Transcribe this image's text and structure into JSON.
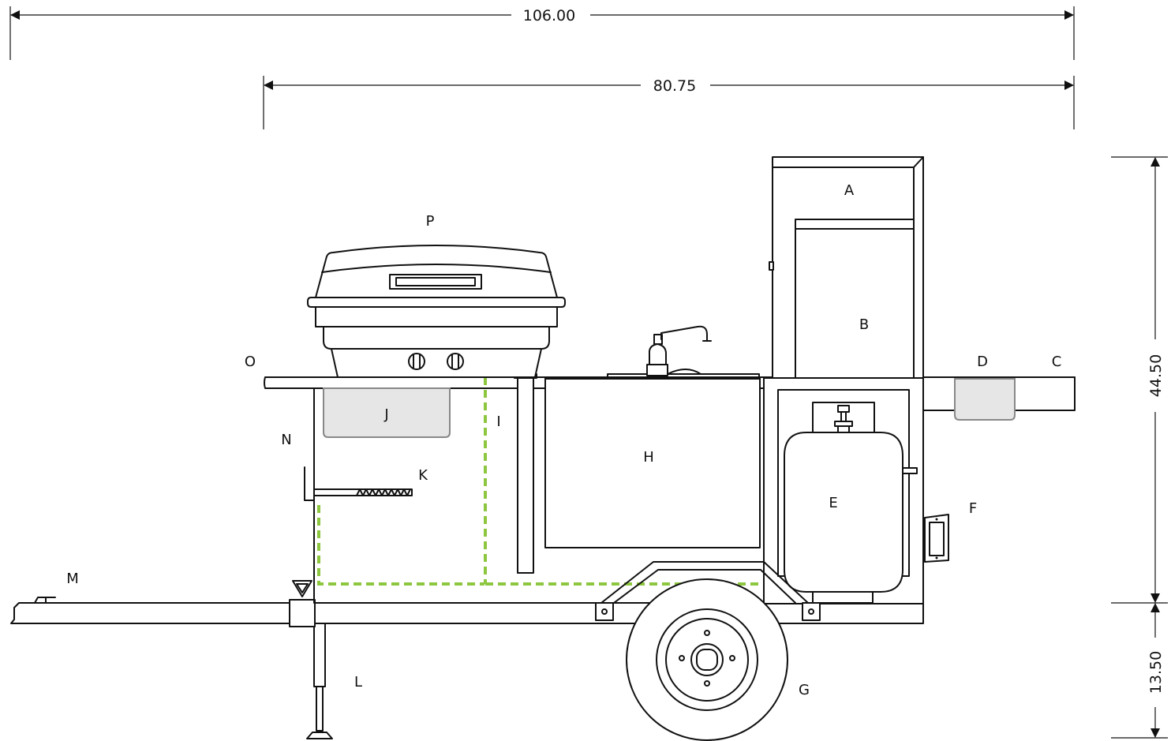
{
  "dimensions": {
    "overall_length": "106.00",
    "body_length": "80.75",
    "body_height": "44.50",
    "frame_height": "13.50"
  },
  "labels": {
    "A": "A",
    "B": "B",
    "C": "C",
    "D": "D",
    "E": "E",
    "F": "F",
    "G": "G",
    "H": "H",
    "I": "I",
    "J": "J",
    "K": "K",
    "L": "L",
    "M": "M",
    "N": "N",
    "O": "O",
    "P": "P"
  },
  "colors": {
    "line": "#111111",
    "dashed_outline": "#8dc63f",
    "sink_fill": "#e6e6e6"
  }
}
